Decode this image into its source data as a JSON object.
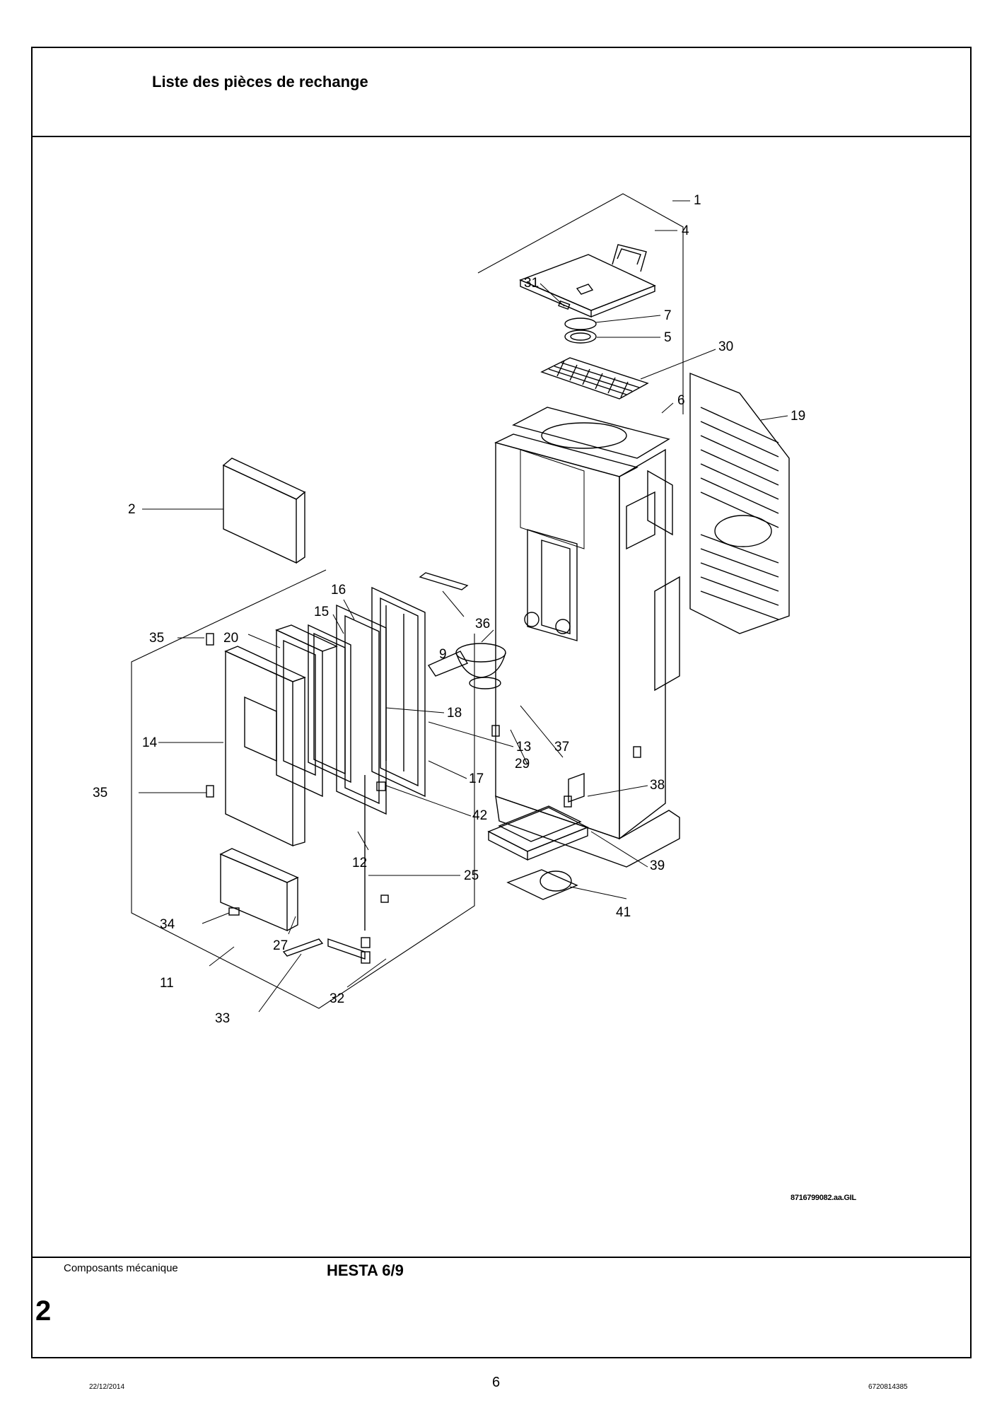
{
  "header": {
    "title": "Liste des pièces de rechange"
  },
  "diagram": {
    "drawing_ref": "8716799082.aa.GIL",
    "callouts": [
      {
        "id": "c1",
        "label": "1"
      },
      {
        "id": "c4",
        "label": "4"
      },
      {
        "id": "c31",
        "label": "31"
      },
      {
        "id": "c7",
        "label": "7"
      },
      {
        "id": "c5",
        "label": "5"
      },
      {
        "id": "c30",
        "label": "30"
      },
      {
        "id": "c6",
        "label": "6"
      },
      {
        "id": "c19",
        "label": "19"
      },
      {
        "id": "c2",
        "label": "2"
      },
      {
        "id": "c16",
        "label": "16"
      },
      {
        "id": "c15",
        "label": "15"
      },
      {
        "id": "c35a",
        "label": "35"
      },
      {
        "id": "c20",
        "label": "20"
      },
      {
        "id": "c36",
        "label": "36"
      },
      {
        "id": "c9",
        "label": "9"
      },
      {
        "id": "c14",
        "label": "14"
      },
      {
        "id": "c18",
        "label": "18"
      },
      {
        "id": "c13",
        "label": "13"
      },
      {
        "id": "c29",
        "label": "29"
      },
      {
        "id": "c37",
        "label": "37"
      },
      {
        "id": "c17",
        "label": "17"
      },
      {
        "id": "c35b",
        "label": "35"
      },
      {
        "id": "c42",
        "label": "42"
      },
      {
        "id": "c38",
        "label": "38"
      },
      {
        "id": "c12",
        "label": "12"
      },
      {
        "id": "c25",
        "label": "25"
      },
      {
        "id": "c39",
        "label": "39"
      },
      {
        "id": "c34",
        "label": "34"
      },
      {
        "id": "c41",
        "label": "41"
      },
      {
        "id": "c27",
        "label": "27"
      },
      {
        "id": "c11",
        "label": "11"
      },
      {
        "id": "c32",
        "label": "32"
      },
      {
        "id": "c33",
        "label": "33"
      }
    ]
  },
  "section": {
    "name": "Composants mécanique",
    "number": "2"
  },
  "product": {
    "name": "HESTA 6/9"
  },
  "footer": {
    "date": "22/12/2014",
    "page": "6",
    "doc_number": "6720814385"
  }
}
